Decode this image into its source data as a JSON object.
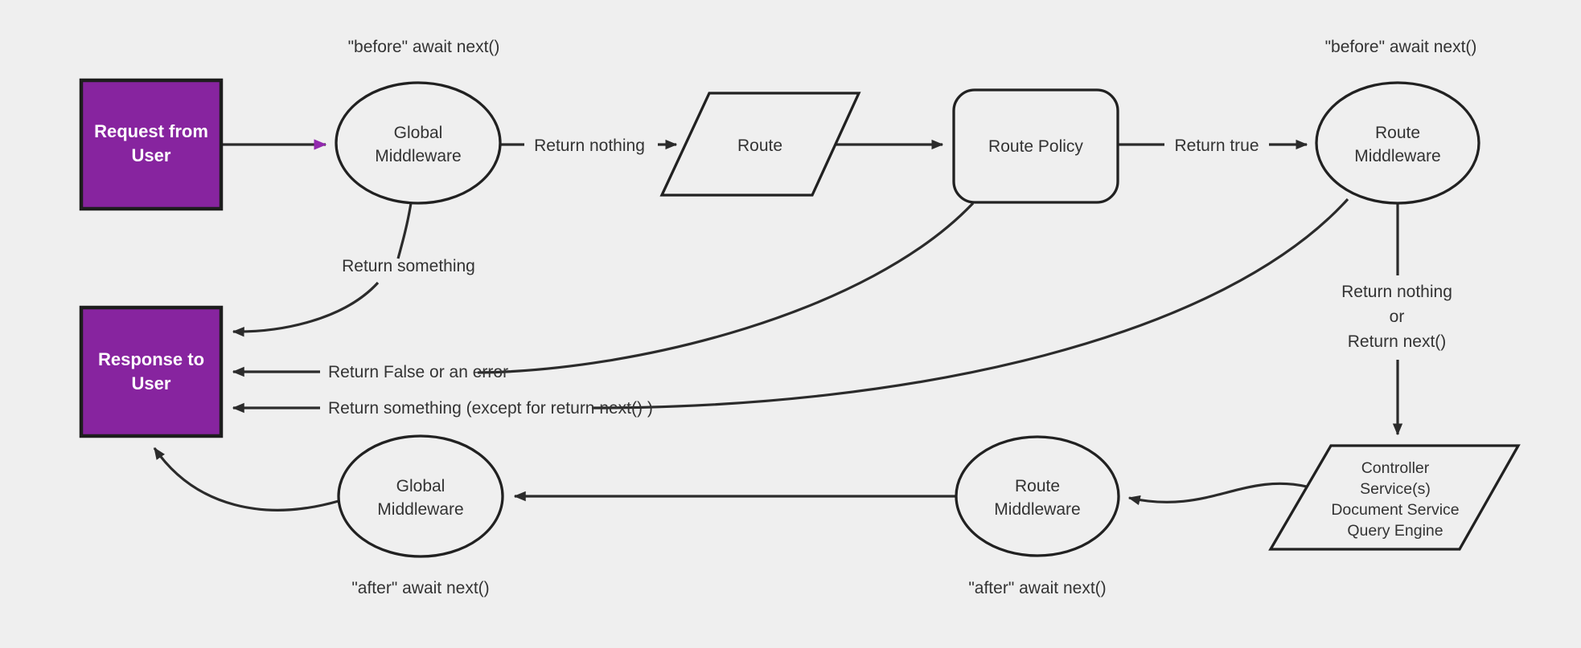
{
  "diagram": {
    "colors": {
      "background": "#efefef",
      "purple_fill": "#87249f",
      "purple_stroke": "#1d1d1d",
      "purple_arrow": "#9229ae",
      "edge_color": "#2b2b2b",
      "shape_stroke": "#212121",
      "text_dark": "#333333",
      "text_light": "#ffffff"
    },
    "nodes": {
      "request": {
        "label": [
          "Request from",
          "User"
        ]
      },
      "response": {
        "label": [
          "Response to",
          "User"
        ]
      },
      "global_middleware_before": {
        "label": [
          "Global",
          "Middleware"
        ]
      },
      "route": {
        "label": [
          "Route"
        ]
      },
      "route_policy": {
        "label": [
          "Route Policy"
        ]
      },
      "route_middleware_before": {
        "label": [
          "Route",
          "Middleware"
        ]
      },
      "controller_services": {
        "label": [
          "Controller",
          "Service(s)",
          "Document Service",
          "Query Engine"
        ]
      },
      "route_middleware_after": {
        "label": [
          "Route",
          "Middleware"
        ]
      },
      "global_middleware_after": {
        "label": [
          "Global",
          "Middleware"
        ]
      }
    },
    "annotations": {
      "before_global": "\"before\" await next()",
      "before_route": "\"before\" await next()",
      "after_route": "\"after\" await next()",
      "after_global": "\"after\" await next()"
    },
    "edges": {
      "return_nothing": "Return nothing",
      "return_true": "Return true",
      "return_something": "Return something",
      "return_false_or_error": "Return False or an error",
      "return_something_except": "Return something (except for return next() )",
      "return_nothing_or": [
        "Return nothing",
        "or",
        "Return next()"
      ]
    }
  }
}
